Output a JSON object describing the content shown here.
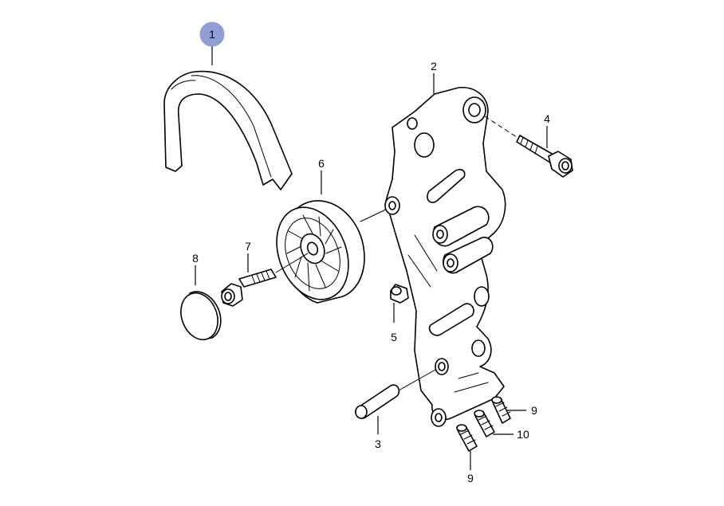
{
  "diagram": {
    "colors": {
      "line": "#000000",
      "highlight": "#8f9fd6"
    },
    "callouts": [
      {
        "id": "c1",
        "text": "1",
        "highlighted": true
      },
      {
        "id": "c2",
        "text": "2"
      },
      {
        "id": "c3",
        "text": "3"
      },
      {
        "id": "c4",
        "text": "4"
      },
      {
        "id": "c5",
        "text": "5"
      },
      {
        "id": "c6",
        "text": "6"
      },
      {
        "id": "c7",
        "text": "7"
      },
      {
        "id": "c8",
        "text": "8"
      },
      {
        "id": "c9a",
        "text": "9"
      },
      {
        "id": "c9b",
        "text": "9"
      },
      {
        "id": "c10",
        "text": "10"
      }
    ]
  }
}
